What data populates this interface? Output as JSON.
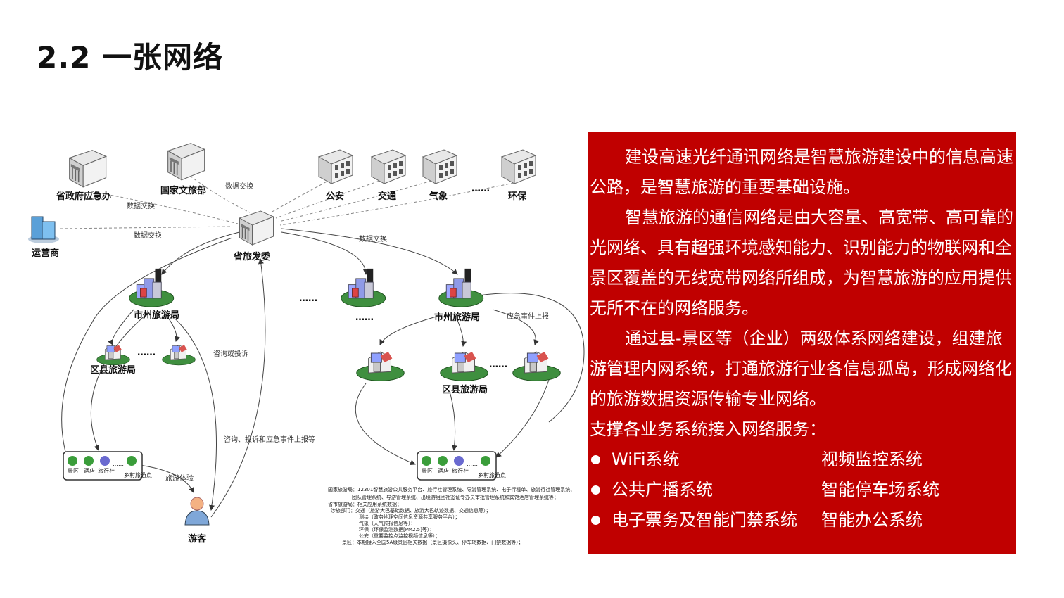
{
  "title": "2.2 一张网络",
  "diagram": {
    "nodes": {
      "emergency": "省政府应急办",
      "culture_tourism": "国家文旅部",
      "police": "公安",
      "traffic": "交通",
      "weather": "气象",
      "environment": "环保",
      "operator": "运营商",
      "provincial_committee": "省旅发委",
      "city_bureau_left": "市州旅游局",
      "city_bureau_right": "市州旅游局",
      "county_bureau_left": "区县旅游局",
      "county_bureau_right": "区县旅游局",
      "tourist": "游客"
    },
    "edge_labels": {
      "exchange1": "数据交换",
      "exchange2": "数据交换",
      "exchange3": "数据交换",
      "exchange4": "数据交换",
      "consult": "咨询或投诉",
      "consult_report": "咨询、投诉和应急事件上报等",
      "emergency_report": "应急事件上报",
      "tour_experience": "旅游体验"
    },
    "ellipsis": "……",
    "legend_items": [
      "景区",
      "酒店",
      "旅行社",
      "……",
      "乡村旅游点"
    ],
    "notes": [
      "国家旅游局：12301智慧旅游公共服务平台、旅行社管理系统、导游管理系统、电子行程单、旅游行社管理系统、",
      "团队管理系统、导游管理系统、出境游组团社签证专办员审批管理系统和宾馆酒店管理系统等；",
      "省市旅游局：相关应用系统数据；",
      "涉旅部门：交通（旅游大巴基础数据、旅游大巴轨迹数据、交通信息等）；",
      "测绘（政务地理空间信息资源共享服务平台）；",
      "气象（天气预报信息等）；",
      "环保（环保监测数据[PM2.5]等）；",
      "公安（重要监控点监控视频信息等）；",
      "景区：本期接入全国5A级景区相关数据（景区摄像头、停车场数据、门禁数据等）；"
    ]
  },
  "panel": {
    "para1": "建设高速光纤通讯网络是智慧旅游建设中的信息高速公路，是智慧旅游的重要基础设施。",
    "para2": "智慧旅游的通信网络是由大容量、高宽带、高可靠的光网络、具有超强环境感知能力、识别能力的物联网和全景区覆盖的无线宽带网络所组成，为智慧旅游的应用提供无所不在的网络服务。",
    "para3": "通过县-景区等（企业）两级体系网络建设，组建旅游管理内网系统，打通旅游行业各信息孤岛，形成网络化的旅游数据资源传输专业网络。",
    "para4": "支撑各业务系统接入网络服务：",
    "systems": [
      {
        "left": "WiFi系统",
        "right": "视频监控系统"
      },
      {
        "left": "公共广播系统",
        "right": "智能停车场系统"
      },
      {
        "left": "电子票务及智能门禁系统",
        "right": "智能办公系统"
      }
    ]
  },
  "colors": {
    "panel_bg": "#c00000",
    "panel_text": "#ffffff",
    "title": "#111111"
  }
}
